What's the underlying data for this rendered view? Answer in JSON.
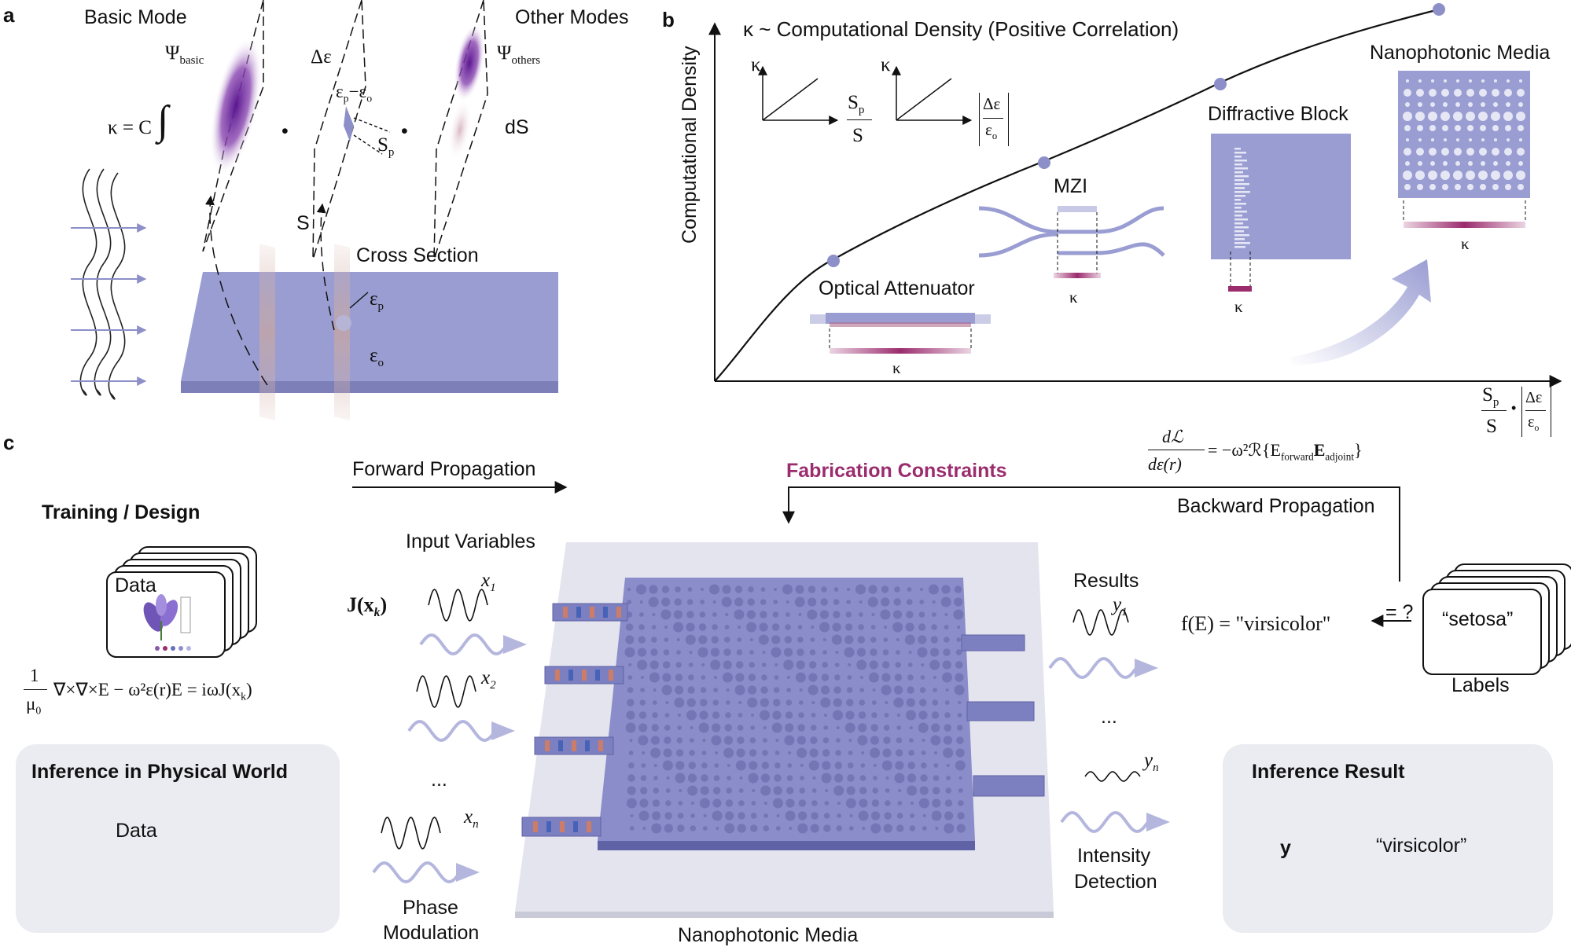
{
  "panels": {
    "a": "a",
    "b": "b",
    "c": "c"
  },
  "panel_a": {
    "basic_mode": "Basic Mode",
    "other_modes": "Other Modes",
    "psi": "Ψ",
    "psi_basic_sub": "basic",
    "psi_others_sub": "others",
    "delta_eps": "Δε",
    "eps_diff": "ε",
    "eps_diff_p": "p",
    "eps_diff_minus": "−ε",
    "eps_diff_o": "o",
    "kappa_eq": "κ = C",
    "integral": "∫",
    "dot": "•",
    "sp": "S",
    "sp_sub": "p",
    "ds": "dS",
    "s_label": "S",
    "cross_section": "Cross Section",
    "eps_p": "ε",
    "eps_p_sub": "p",
    "eps_o": "ε",
    "eps_o_sub": "o"
  },
  "panel_b": {
    "title": "κ ~ Computational Density (Positive Correlation)",
    "ylabel": "Computational Density",
    "inset_kappa": "κ",
    "inset1_num": "S",
    "inset1_num_sub": "p",
    "inset1_den": "S",
    "inset2_num": "Δε",
    "inset2_den": "ε",
    "inset2_den_sub": "o",
    "points": [
      {
        "label": "Optical Attenuator",
        "kappa": "κ"
      },
      {
        "label": "MZI",
        "kappa": "κ"
      },
      {
        "label": "Diffractive Block",
        "kappa": "κ"
      },
      {
        "label": "Nanophotonic Media",
        "kappa": "κ"
      }
    ],
    "xaxis_num": "S",
    "xaxis_num_sub": "p",
    "xaxis_den": "S",
    "xaxis_dot": "•",
    "xaxis_frac_num": "Δε",
    "xaxis_frac_den": "ε",
    "xaxis_frac_den_sub": "o"
  },
  "panel_c": {
    "forward": "Forward Propagation",
    "fabrication": "Fabrication Constraints",
    "gradient_num": "dℒ",
    "gradient_den": "dε(r)",
    "gradient_rhs": "= −ω²ℛ{E",
    "gradient_sub1": "forward",
    "gradient_e2": "E",
    "gradient_sub2": "adjoint",
    "gradient_close": "}",
    "backward": "Backward Propagation",
    "training": "Training / Design",
    "data": "Data",
    "maxwell_num": "1",
    "maxwell_den": "μ",
    "maxwell_den_sub": "0",
    "maxwell_rhs": "∇×∇×E − ω²ε(r)E = iωJ(x",
    "maxwell_k": "k",
    "maxwell_close": ")",
    "inference_physical": "Inference in Physical World",
    "data2": "Data",
    "input_variables": "Input Variables",
    "jx": "J(x",
    "jx_sub": "k",
    "jx_close": ")",
    "x1": "x",
    "x1_sub": "1",
    "x2": "x",
    "x2_sub": "2",
    "xdots": "...",
    "xn": "x",
    "xn_sub": "n",
    "phase": "Phase",
    "modulation": "Modulation",
    "media": "Nanophotonic Media",
    "results": "Results",
    "y1": "y",
    "y1_sub": "1",
    "ydots": "...",
    "yn": "y",
    "yn_sub": "n",
    "intensity": "Intensity",
    "detection": "Detection",
    "fE": "f(E) = \"virsicolor\"",
    "eq_q": "= ?",
    "setosa": "“setosa”",
    "labels": "Labels",
    "inference_result": "Inference Result",
    "y": "y",
    "virsicolor": "“virsicolor”"
  },
  "colors": {
    "purple": "#8c8fc8",
    "slab": "#9a9dd2",
    "magenta": "#9b2c6e",
    "box": "#ebebf2"
  }
}
